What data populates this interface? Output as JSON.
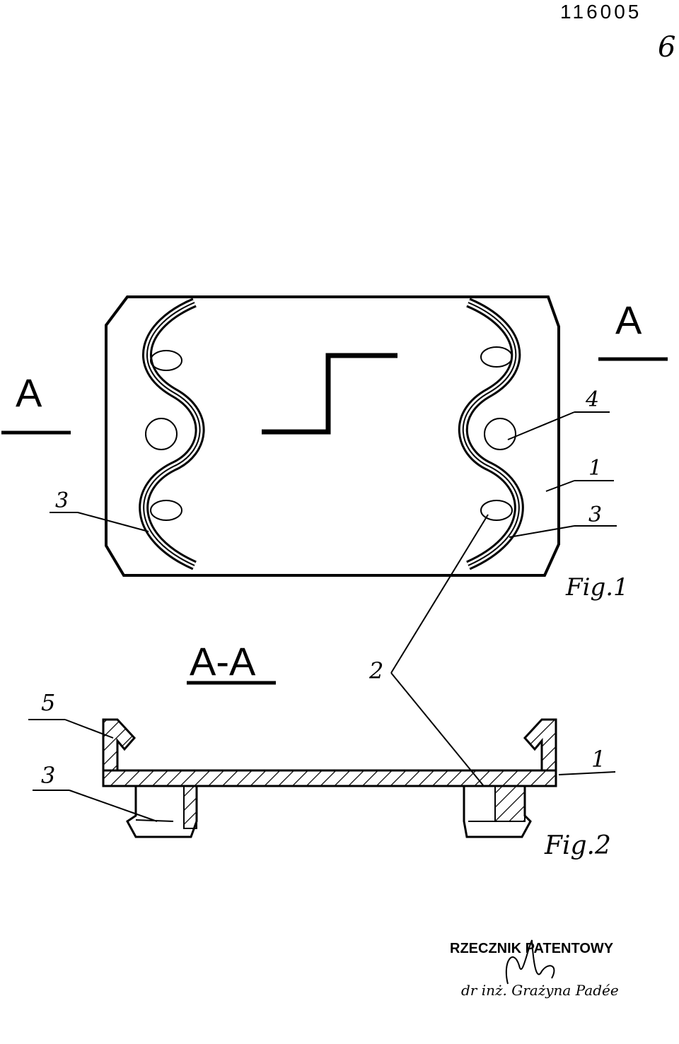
{
  "header": {
    "patent_number": "116005",
    "sheet_mark": "6"
  },
  "fig1": {
    "section_mark_left": "A",
    "section_mark_right": "A",
    "labels": {
      "left_3": "3",
      "right_4": "4",
      "right_1": "1",
      "right_3": "3"
    },
    "caption": "Fig.1"
  },
  "fig2": {
    "section_title": "A-A",
    "labels": {
      "l5": "5",
      "l3": "3",
      "l2": "2",
      "r1": "1"
    },
    "caption": "Fig.2"
  },
  "footer": {
    "title": "RZECZNIK PATENTOWY",
    "name": "dr inż. Grażyna Padée"
  }
}
